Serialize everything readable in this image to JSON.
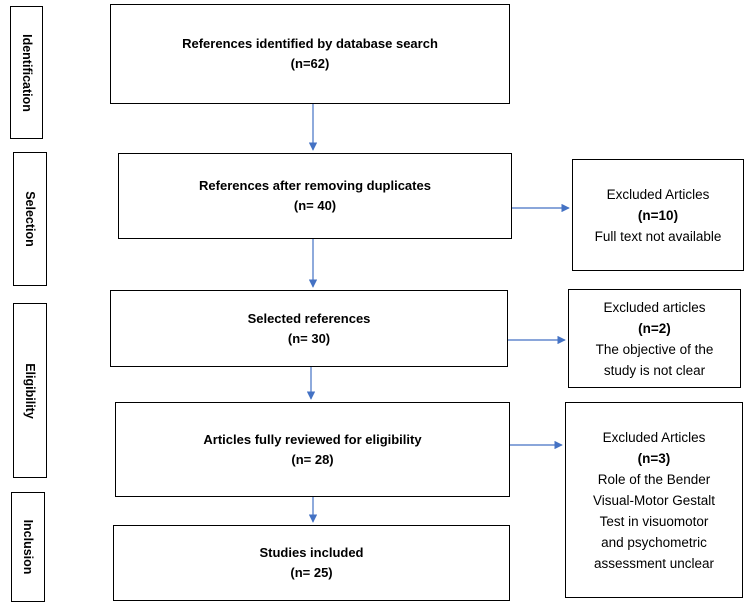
{
  "stages": [
    {
      "id": "identification",
      "label": "Identification"
    },
    {
      "id": "selection",
      "label": "Selection"
    },
    {
      "id": "eligibility",
      "label": "Eligibility"
    },
    {
      "id": "inclusion",
      "label": "Inclusion"
    }
  ],
  "main_boxes": [
    {
      "title": "References identified by database search",
      "count": "(n=62)"
    },
    {
      "title": "References after removing duplicates",
      "count": "(n= 40)"
    },
    {
      "title": "Selected references",
      "count": "(n= 30)"
    },
    {
      "title": "Articles fully reviewed for eligibility",
      "count": "(n= 28)"
    },
    {
      "title": "Studies included",
      "count": "(n= 25)"
    }
  ],
  "excluded_boxes": [
    {
      "title": "Excluded Articles",
      "count": "(n=10)",
      "reason": [
        "Full text not available"
      ]
    },
    {
      "title": "Excluded articles",
      "count": "(n=2)",
      "reason": [
        "The objective of the",
        "study is not clear"
      ]
    },
    {
      "title": "Excluded Articles",
      "count": "(n=3)",
      "reason": [
        "Role of the Bender",
        "Visual-Motor Gestalt",
        "Test in visuomotor",
        "and psychometric",
        "assessment unclear"
      ]
    }
  ],
  "colors": {
    "arrow": "#4472C4",
    "border": "#000000"
  }
}
